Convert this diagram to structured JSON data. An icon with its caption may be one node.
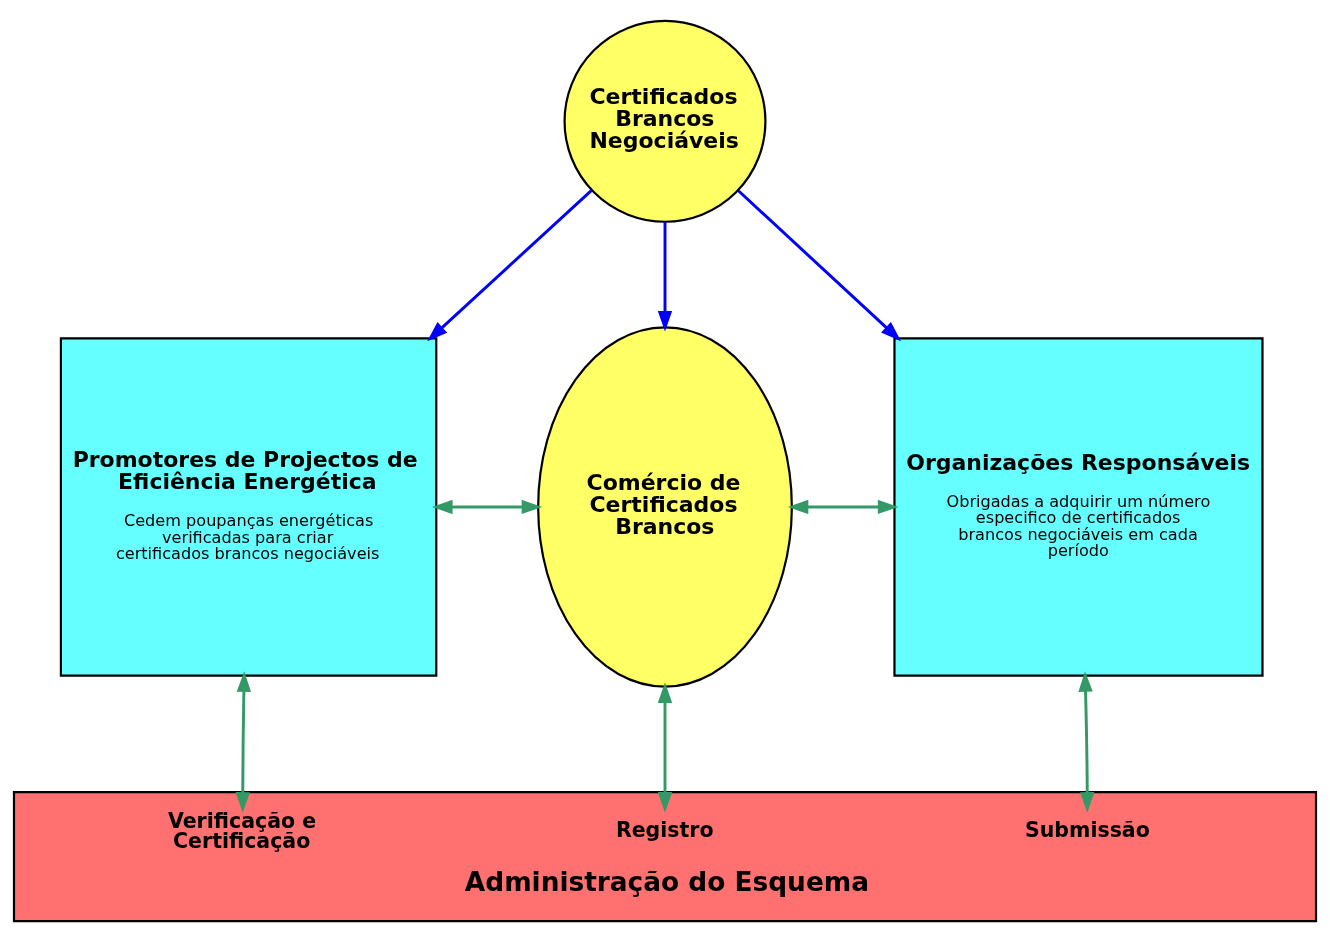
{
  "diagram": {
    "nodes": [
      {
        "text": [
          "Certificados Brancos Negociáveis"
        ]
      },
      {
        "text": [
          "Promotores de Projectos de Eficiência Energética",
          "Cedem poupanças energéticas verificadas para criar certificados brancos negociáveis"
        ]
      },
      {
        "text": [
          "Comércio de Certificados Brancos"
        ]
      },
      {
        "text": [
          "Organizações Responsáveis",
          "Obrigadas a adquirir um número especifico de certificados brancos negociáveis em cada período"
        ]
      },
      {
        "text": [
          "Verificação e Certificação",
          "Registro",
          "Submissão",
          "Administração do Esquema"
        ]
      }
    ],
    "edges": [
      {
        "from": 0,
        "to": 1,
        "arrow": "to",
        "color": "#0000ff"
      },
      {
        "from": 0,
        "to": 2,
        "arrow": "to",
        "color": "#0000ff"
      },
      {
        "from": 0,
        "to": 3,
        "arrow": "to",
        "color": "#0000ff"
      },
      {
        "from": 1,
        "to": 2,
        "arrow": "both"
      },
      {
        "from": 2,
        "to": 3,
        "arrow": "both"
      },
      {
        "from": 1,
        "to": 4,
        "arrow": "both"
      },
      {
        "from": 2,
        "to": 4,
        "arrow": "both"
      },
      {
        "from": 3,
        "to": 4,
        "arrow": "both"
      }
    ]
  }
}
